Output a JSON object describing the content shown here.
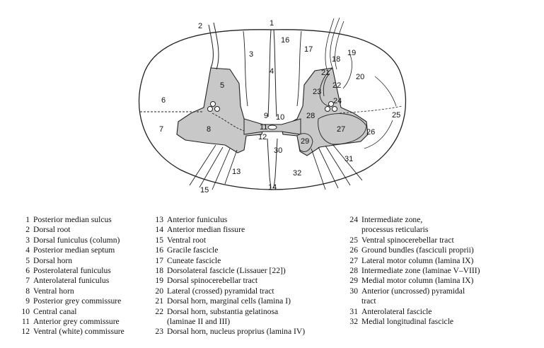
{
  "figure": {
    "labels": [
      "1",
      "2",
      "3",
      "4",
      "5",
      "6",
      "7",
      "8",
      "9",
      "10",
      "11",
      "12",
      "13",
      "14",
      "15",
      "16",
      "17",
      "18",
      "19",
      "20",
      "21",
      "22",
      "23",
      "24",
      "25",
      "26",
      "27",
      "28",
      "29",
      "30",
      "31",
      "32"
    ]
  },
  "legend": {
    "col1": [
      {
        "num": "1",
        "text": "Posterior median sulcus"
      },
      {
        "num": "2",
        "text": "Dorsal root"
      },
      {
        "num": "3",
        "text": "Dorsal funiculus (column)"
      },
      {
        "num": "4",
        "text": "Posterior median septum"
      },
      {
        "num": "5",
        "text": "Dorsal horn"
      },
      {
        "num": "6",
        "text": "Posterolateral funiculus"
      },
      {
        "num": "7",
        "text": "Anterolateral funiculus"
      },
      {
        "num": "8",
        "text": "Ventral horn"
      },
      {
        "num": "9",
        "text": "Posterior grey commissure"
      },
      {
        "num": "10",
        "text": "Central canal"
      },
      {
        "num": "11",
        "text": "Anterior grey commissure"
      },
      {
        "num": "12",
        "text": "Ventral (white) commissure"
      }
    ],
    "col2": [
      {
        "num": "13",
        "text": "Anterior funiculus"
      },
      {
        "num": "14",
        "text": "Anterior median fissure"
      },
      {
        "num": "15",
        "text": "Ventral root"
      },
      {
        "num": "16",
        "text": "Gracile fascicle"
      },
      {
        "num": "17",
        "text": "Cuneate fascicle"
      },
      {
        "num": "18",
        "text": "Dorsolateral fascicle (Lissauer [22])"
      },
      {
        "num": "19",
        "text": "Dorsal spinocerebellar tract"
      },
      {
        "num": "20",
        "text": "Lateral (crossed) pyramidal tract"
      },
      {
        "num": "21",
        "text": "Dorsal horn, marginal cells (lamina I)"
      },
      {
        "num": "22",
        "text": "Dorsal horn, substantia gelatinosa\n(laminae II and III)"
      },
      {
        "num": "23",
        "text": "Dorsal horn, nucleus proprius (lamina IV)"
      }
    ],
    "col3": [
      {
        "num": "24",
        "text": "Intermediate zone,\nprocessus reticularis"
      },
      {
        "num": "25",
        "text": "Ventral spinocerebellar tract"
      },
      {
        "num": "26",
        "text": "Ground bundles (fasciculi proprii)"
      },
      {
        "num": "27",
        "text": "Lateral motor column (lamina IX)"
      },
      {
        "num": "28",
        "text": "Intermediate zone (laminae V–VIII)"
      },
      {
        "num": "29",
        "text": "Medial motor column (lamina IX)"
      },
      {
        "num": "30",
        "text": "Anterior (uncrossed) pyramidal\ntract"
      },
      {
        "num": "31",
        "text": "Anterolateral fascicle"
      },
      {
        "num": "32",
        "text": "Medial longitudinal fascicle"
      }
    ]
  }
}
